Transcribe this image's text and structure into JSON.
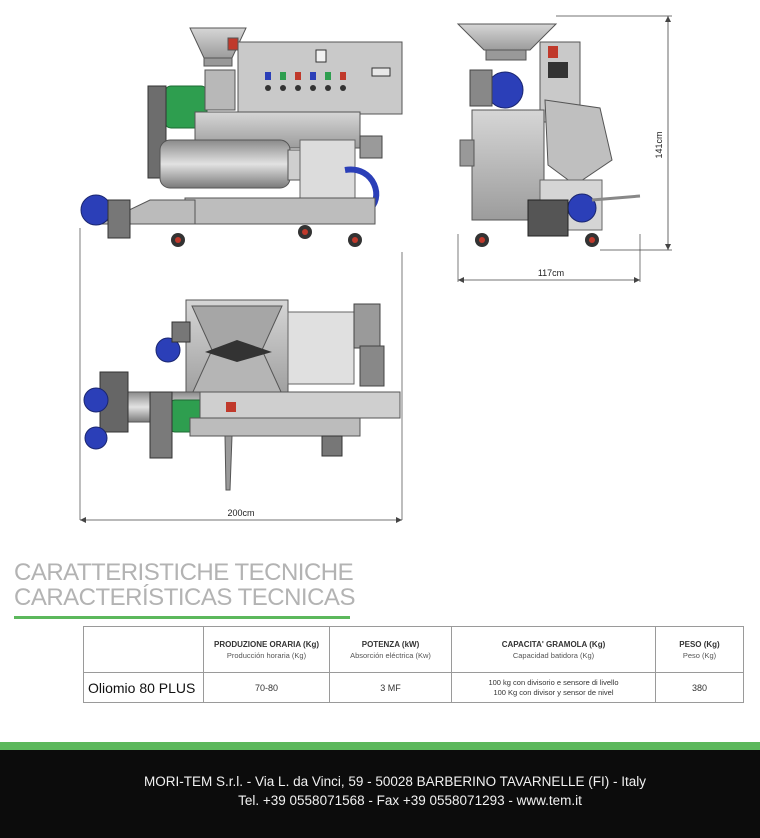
{
  "drawing": {
    "dim_height": "141cm",
    "dim_depth": "117cm",
    "dim_width": "200cm"
  },
  "titles": {
    "italian": "CARATTERISTICHE  TECNICHE",
    "spanish": "CARACTERÍSTICAS TECNICAS"
  },
  "table": {
    "headers": [
      {
        "main": "",
        "sub": ""
      },
      {
        "main": "PRODUZIONE ORARIA (Kg)",
        "sub": "Producción horaria (Kg)"
      },
      {
        "main": "POTENZA (kW)",
        "sub": "Absorción eléctrica (Kw)"
      },
      {
        "main": "CAPACITA' GRAMOLA (Kg)",
        "sub": "Capacidad batidora (Kg)"
      },
      {
        "main": "PESO (Kg)",
        "sub": "Peso (Kg)"
      }
    ],
    "row": {
      "model": "Oliomio 80 PLUS",
      "production": "70-80",
      "power": "3 MF",
      "capacity_line1": "100 kg con divisorio e sensore di livello",
      "capacity_line2": "100 Kg con divisor y sensor de nivel",
      "weight": "380"
    }
  },
  "footer": {
    "line1": "MORI-TEM S.r.l. - Via L. da Vinci, 59 - 50028 BARBERINO TAVARNELLE (FI) - Italy",
    "line2": "Tel. +39 0558071568 - Fax +39 0558071293 - www.tem.it"
  },
  "colors": {
    "accent_green": "#5cb85c",
    "motor_green": "#2e9e4f",
    "motor_blue": "#2b3fb8",
    "frame_grey": "#a9a9a9",
    "footer_bg": "#0c0c0c"
  }
}
